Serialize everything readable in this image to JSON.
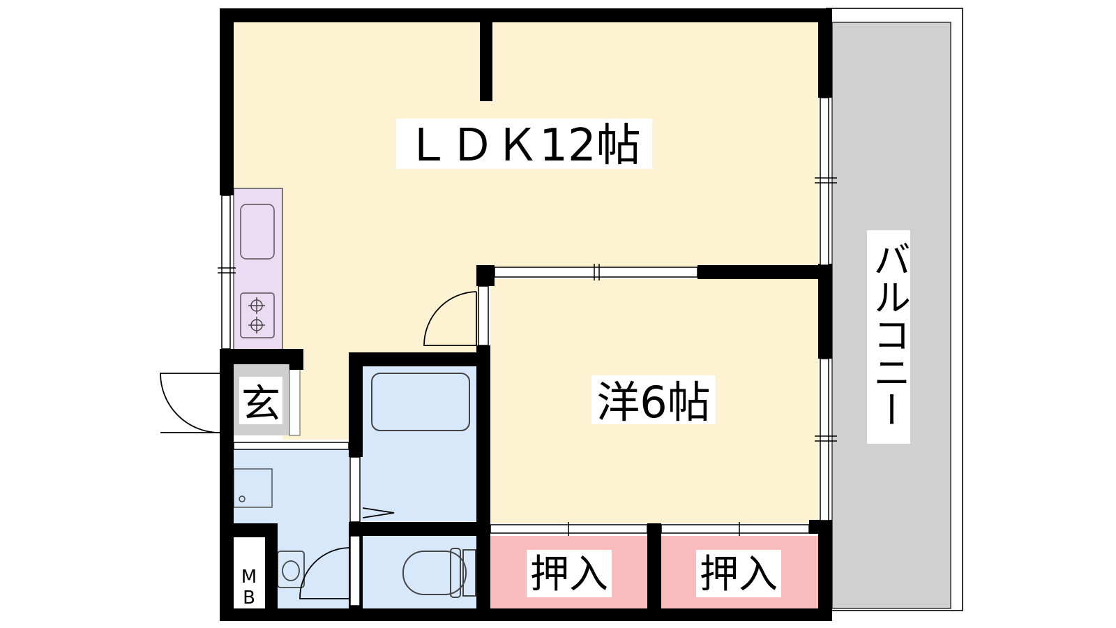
{
  "rooms": {
    "ldk": "ＬＤＫ12帖",
    "western": "洋6帖",
    "entrance": "玄",
    "closet_1": "押入",
    "closet_2": "押入",
    "balcony": "バルコニー",
    "meter_box": "MB"
  },
  "colors": {
    "wall": "#000000",
    "ldk_floor": "#fdf2d2",
    "western_floor": "#fdf2d2",
    "kitchen": "#ecdcf3",
    "wet_area": "#d6e8fa",
    "closet": "#f8bcbc",
    "balcony": "#d0d0d0",
    "entrance": "#cfcfcf"
  }
}
